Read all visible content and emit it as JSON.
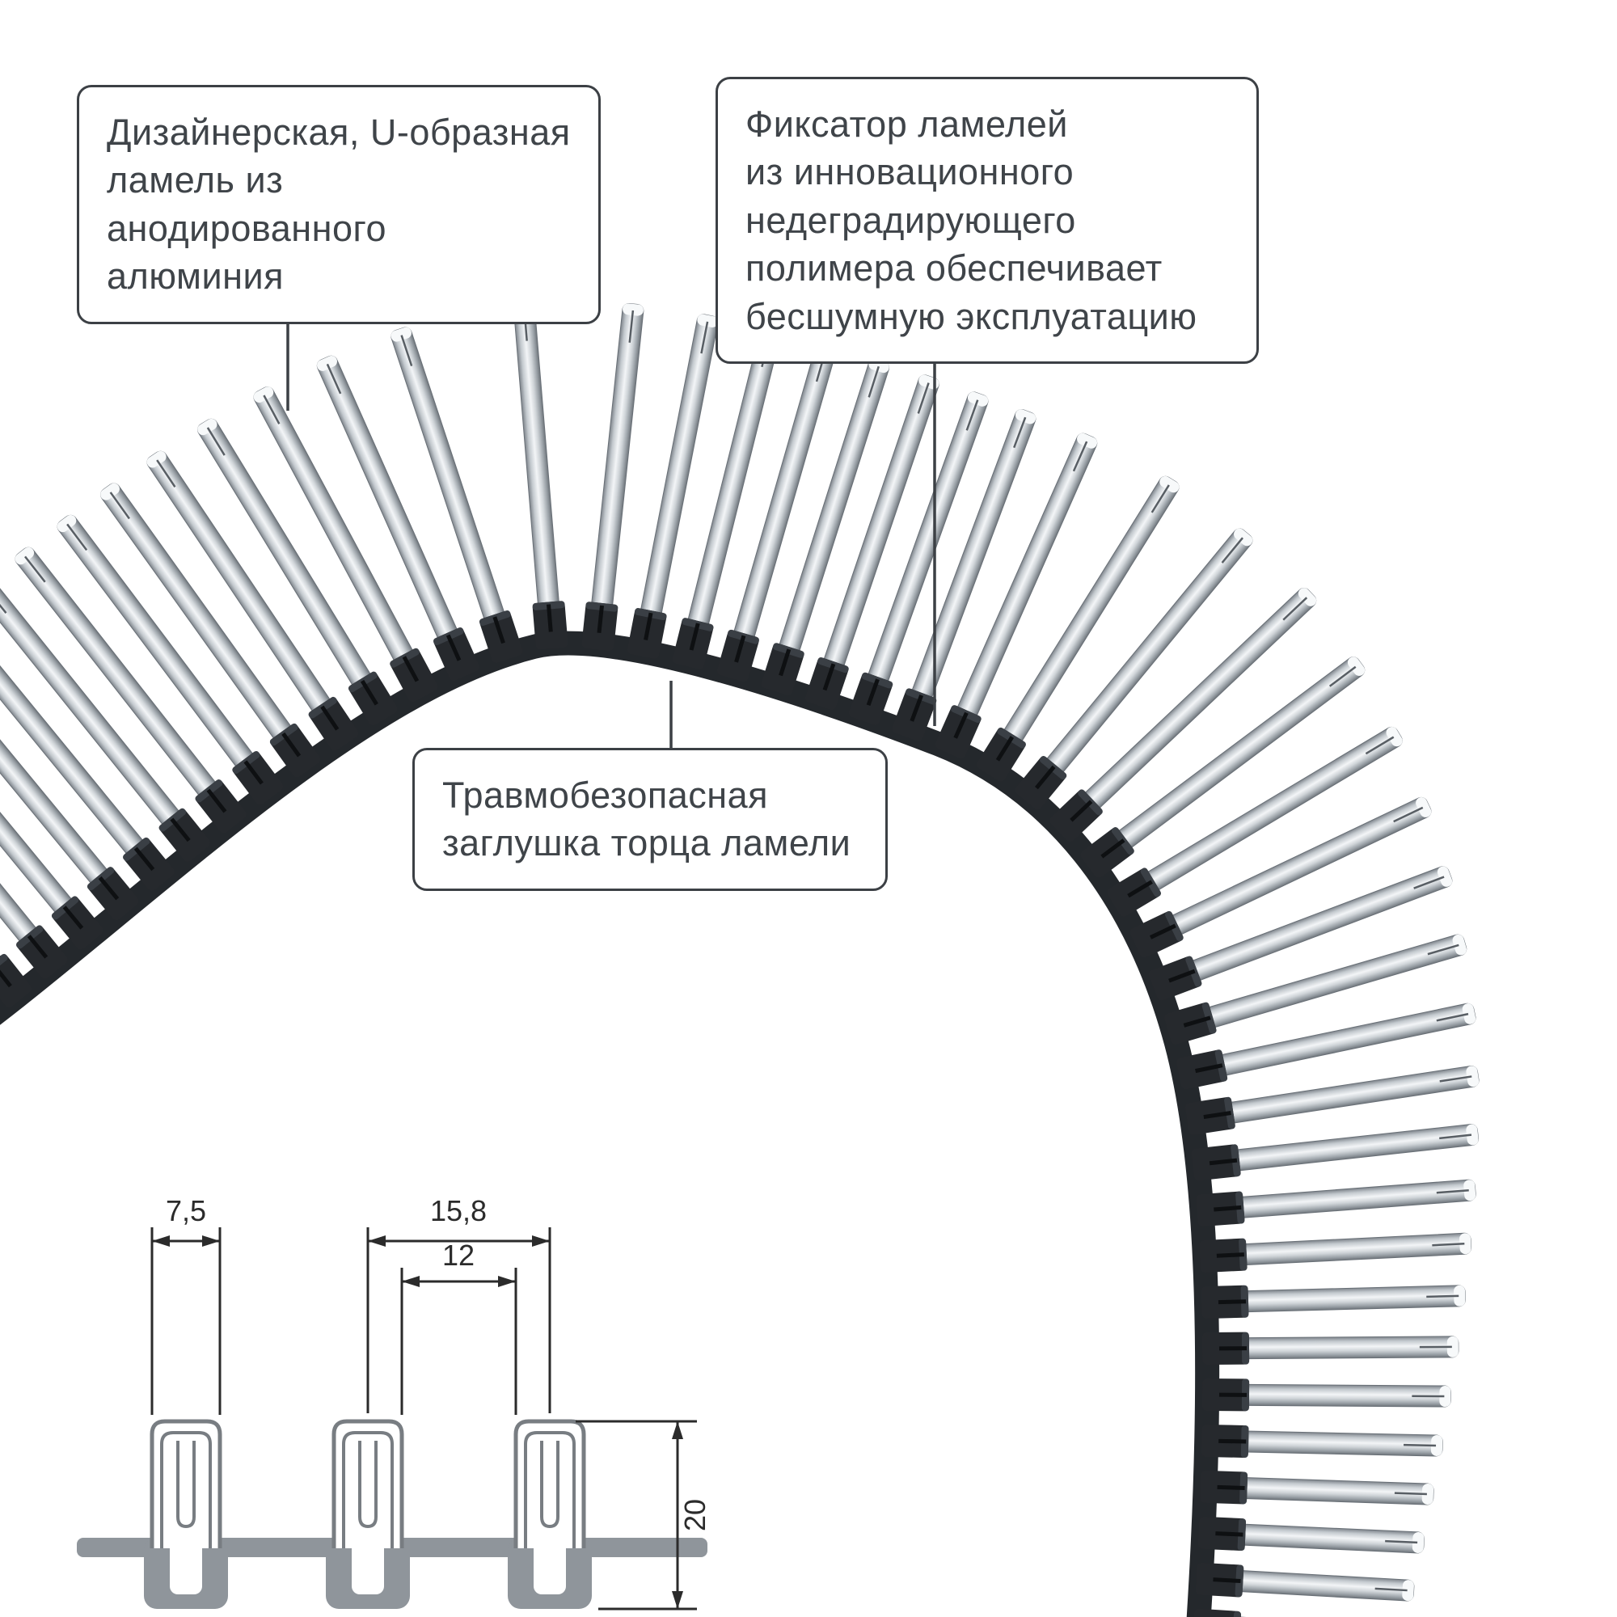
{
  "callouts": {
    "lamella": {
      "text": "Дизайнерская, U-образная\nламель из анодированного\nалюминия"
    },
    "fixator": {
      "text": "Фиксатор ламелей\nиз инновационного\nнедеградирующего\nполимера обеспечивает\nбесшумную эксплуатацию"
    },
    "endcap": {
      "text": "Травмобезопасная\nзаглушка торца ламели"
    }
  },
  "schematic": {
    "dim_slat_width": "7,5",
    "dim_pitch": "15,8",
    "dim_gap": "12",
    "dim_height": "20"
  },
  "colors": {
    "text": "#3f4449",
    "border": "#3c4045",
    "band": "#24282c",
    "metal_light": "#f3f5f7",
    "metal_dark": "#6e747a",
    "schematic_gray": "#8f959b",
    "dimension_line": "#2b2b2b"
  }
}
